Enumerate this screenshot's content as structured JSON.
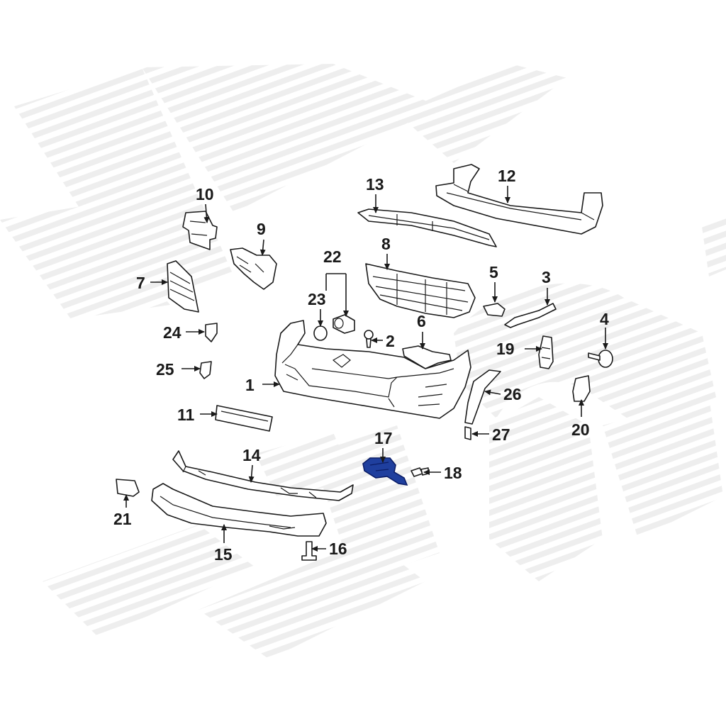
{
  "diagram": {
    "callouts": [
      {
        "id": "c1",
        "label": "1"
      },
      {
        "id": "c2",
        "label": "2"
      },
      {
        "id": "c3",
        "label": "3"
      },
      {
        "id": "c4",
        "label": "4"
      },
      {
        "id": "c5",
        "label": "5"
      },
      {
        "id": "c6",
        "label": "6"
      },
      {
        "id": "c7",
        "label": "7"
      },
      {
        "id": "c8",
        "label": "8"
      },
      {
        "id": "c9",
        "label": "9"
      },
      {
        "id": "c10",
        "label": "10"
      },
      {
        "id": "c11",
        "label": "11"
      },
      {
        "id": "c12",
        "label": "12"
      },
      {
        "id": "c13",
        "label": "13"
      },
      {
        "id": "c14",
        "label": "14"
      },
      {
        "id": "c15",
        "label": "15"
      },
      {
        "id": "c16",
        "label": "16"
      },
      {
        "id": "c17",
        "label": "17"
      },
      {
        "id": "c18",
        "label": "18"
      },
      {
        "id": "c19",
        "label": "19"
      },
      {
        "id": "c20",
        "label": "20"
      },
      {
        "id": "c21",
        "label": "21"
      },
      {
        "id": "c22",
        "label": "22"
      },
      {
        "id": "c23",
        "label": "23"
      },
      {
        "id": "c24",
        "label": "24"
      },
      {
        "id": "c25",
        "label": "25"
      },
      {
        "id": "c26",
        "label": "26"
      },
      {
        "id": "c27",
        "label": "27"
      }
    ],
    "highlighted_part": "17",
    "colors": {
      "line": "#1a1a1a",
      "highlight": "#1f3f9e",
      "watermark": "#ececec"
    }
  }
}
